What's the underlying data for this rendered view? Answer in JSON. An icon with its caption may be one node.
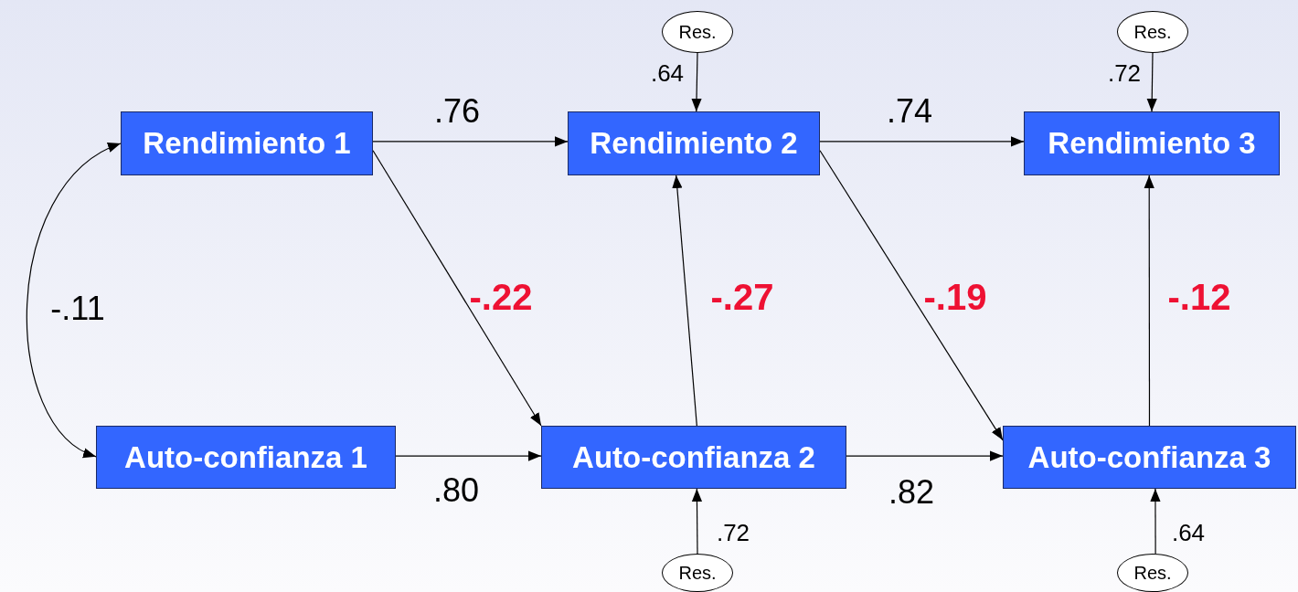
{
  "diagram": {
    "nodes": [
      {
        "text": [
          "Rendimiento 1"
        ]
      },
      {
        "text": [
          "Rendimiento 2"
        ]
      },
      {
        "text": [
          "Rendimiento 3"
        ]
      },
      {
        "text": [
          "Auto-confianza 1"
        ]
      },
      {
        "text": [
          "Auto-confianza 2"
        ]
      },
      {
        "text": [
          "Auto-confianza 3"
        ]
      },
      {
        "text": [
          "Res."
        ]
      },
      {
        "text": [
          "Res."
        ]
      },
      {
        "text": [
          "Res."
        ]
      },
      {
        "text": [
          "Res."
        ]
      }
    ],
    "edges": [
      {
        "from": 0,
        "to": 1,
        "arrow": "to",
        "label": ".76"
      },
      {
        "from": 1,
        "to": 2,
        "arrow": "to",
        "label": ".74"
      },
      {
        "from": 3,
        "to": 4,
        "arrow": "to",
        "label": ".80"
      },
      {
        "from": 4,
        "to": 5,
        "arrow": "to",
        "label": ".82"
      },
      {
        "from": 0,
        "to": 4,
        "arrow": "to",
        "label": "-.22"
      },
      {
        "from": 4,
        "to": 1,
        "arrow": "to",
        "label": "-.27"
      },
      {
        "from": 1,
        "to": 5,
        "arrow": "to",
        "label": "-.19"
      },
      {
        "from": 5,
        "to": 2,
        "arrow": "to",
        "label": "-.12"
      },
      {
        "from": 0,
        "to": 3,
        "arrow": "both",
        "label": "-.11"
      },
      {
        "from": 6,
        "to": 1,
        "arrow": "to",
        "label": ".64"
      },
      {
        "from": 7,
        "to": 2,
        "arrow": "to",
        "label": ".72"
      },
      {
        "from": 8,
        "to": 4,
        "arrow": "to",
        "label": ".72"
      },
      {
        "from": 9,
        "to": 5,
        "arrow": "to",
        "label": ".64"
      }
    ]
  }
}
